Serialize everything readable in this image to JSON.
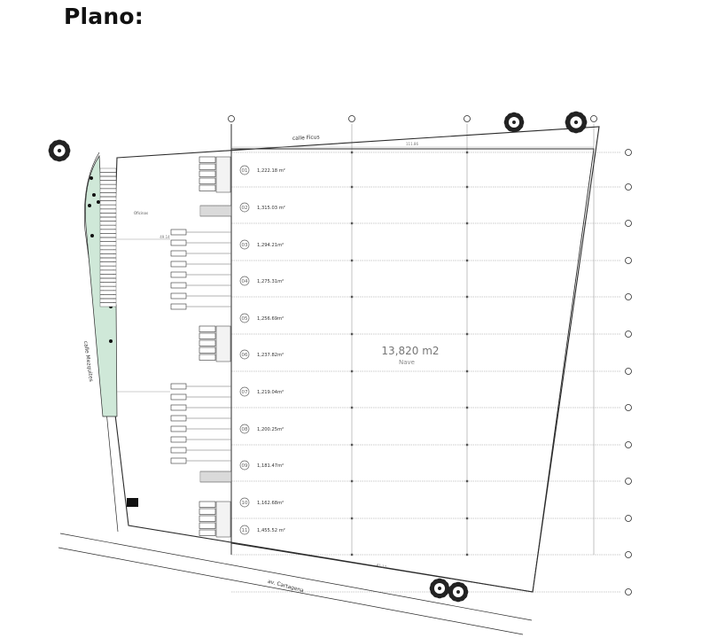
{
  "heading": "Plano:",
  "plan": {
    "streets": {
      "north": "calle Ficus",
      "west": "calle Mezquites",
      "south": "av. Cartagena"
    },
    "nave_area": "13,820 m2",
    "nave_label": "Nave",
    "dims": {
      "north": "111.86",
      "west": "49.14",
      "south": "41.17"
    },
    "office_label": "Oficinas",
    "units": [
      {
        "num": "01",
        "area": "1,222.18 m²"
      },
      {
        "num": "02",
        "area": "1,315.03 m²"
      },
      {
        "num": "03",
        "area": "1,294.21m²"
      },
      {
        "num": "04",
        "area": "1,275.31m²"
      },
      {
        "num": "05",
        "area": "1,256.69m²"
      },
      {
        "num": "06",
        "area": "1,237.82m²"
      },
      {
        "num": "07",
        "area": "1,219.04m²"
      },
      {
        "num": "08",
        "area": "1,200.25m²"
      },
      {
        "num": "09",
        "area": "1,181.47m²"
      },
      {
        "num": "10",
        "area": "1,162.68m²"
      },
      {
        "num": "11",
        "area": "1,455.52 m²"
      }
    ],
    "colors": {
      "line": "#2b2b2b",
      "grid": "#9a9a9a",
      "green_area": "#cfe8d8",
      "text": "#333333"
    }
  }
}
